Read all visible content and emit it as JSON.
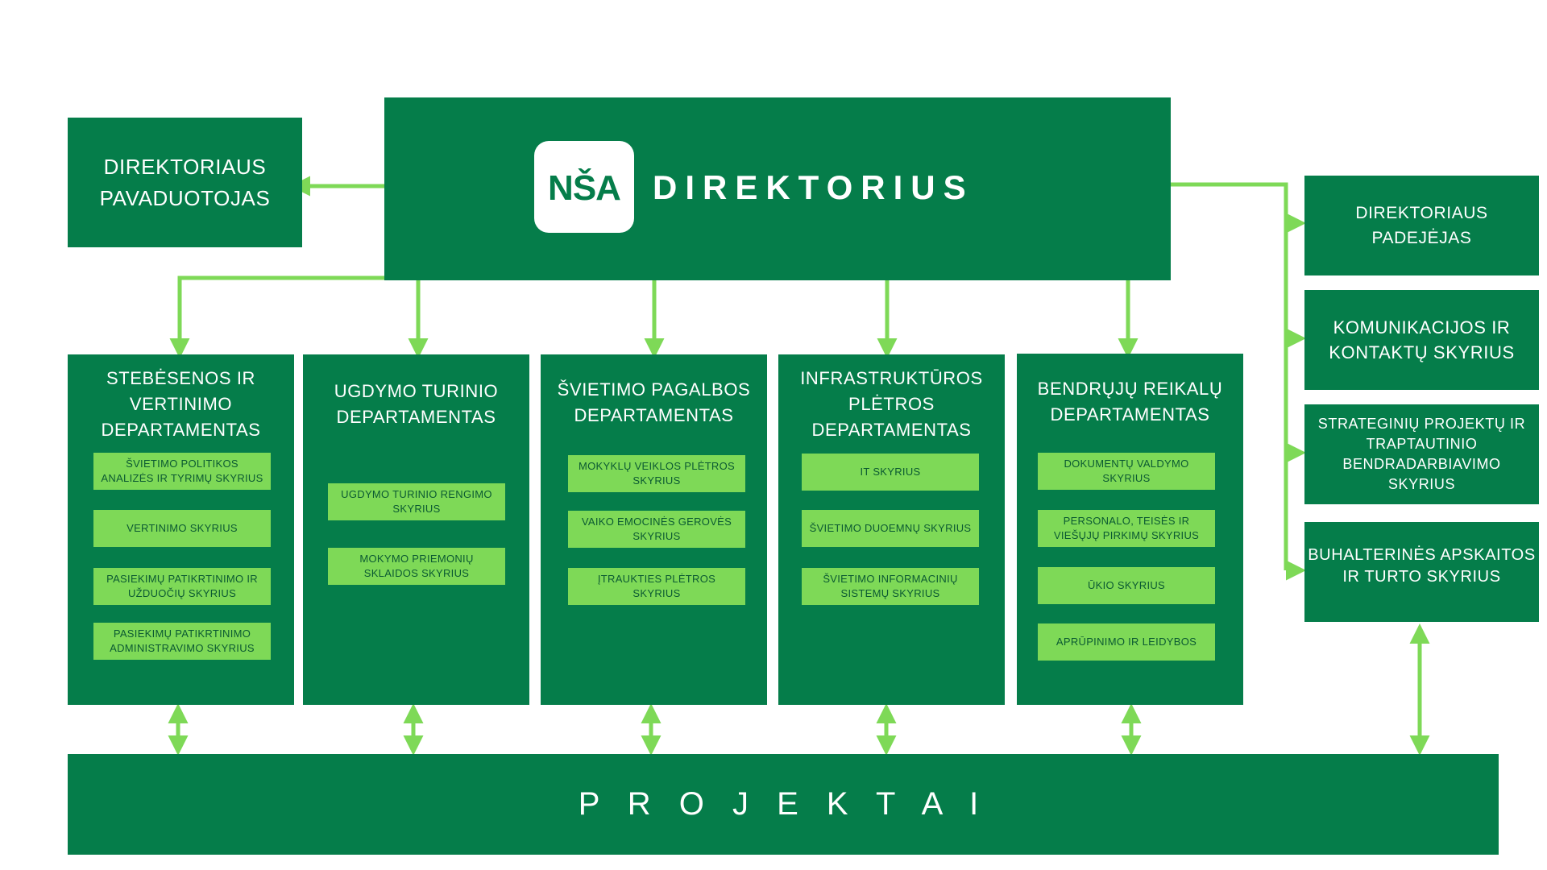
{
  "director": {
    "title": "DIREKTORIUS",
    "logo_text": "NŠA"
  },
  "deputy": {
    "line1": "DIREKTORIAUS",
    "line2": "PAVADUOTOJAS"
  },
  "right_units": [
    {
      "lines": [
        "DIREKTORIAUS",
        "PADEJĖJAS"
      ]
    },
    {
      "lines": [
        "KOMUNIKACIJOS IR",
        "KONTAKTŲ SKYRIUS"
      ]
    },
    {
      "lines": [
        "STRATEGINIŲ PROJEKTŲ IR",
        "TRAPTAUTINIO",
        "BENDRADARBIAVIMO",
        "SKYRIUS"
      ]
    },
    {
      "lines": [
        "BUHALTERINĖS APSKAITOS",
        "IR TURTO SKYRIUS"
      ]
    }
  ],
  "departments": [
    {
      "title": [
        "STEBĖSENOS IR",
        "VERTINIMO",
        "DEPARTAMENTAS"
      ],
      "units": [
        [
          "ŠVIETIMO POLITIKOS",
          "ANALIZĖS IR TYRIMŲ SKYRIUS"
        ],
        [
          "VERTINIMO SKYRIUS"
        ],
        [
          "PASIEKIMŲ PATIKRTINIMO IR",
          "UŽDUOČIŲ SKYRIUS"
        ],
        [
          "PASIEKIMŲ PATIKRTINIMO",
          "ADMINISTRAVIMO SKYRIUS"
        ]
      ]
    },
    {
      "title": [
        "UGDYMO TURINIO",
        "DEPARTAMENTAS"
      ],
      "units": [
        [
          "UGDYMO TURINIO RENGIMO",
          "SKYRIUS"
        ],
        [
          "MOKYMO PRIEMONIŲ",
          "SKLAIDOS SKYRIUS"
        ]
      ]
    },
    {
      "title": [
        "ŠVIETIMO PAGALBOS",
        "DEPARTAMENTAS"
      ],
      "units": [
        [
          "MOKYKLŲ VEIKLOS PLĖTROS",
          "SKYRIUS"
        ],
        [
          "VAIKO EMOCINĖS GEROVĖS",
          "SKYRIUS"
        ],
        [
          "ĮTRAUKTIES PLĖTROS",
          "SKYRIUS"
        ]
      ]
    },
    {
      "title": [
        "INFRASTRUKTŪROS",
        "PLĖTROS",
        "DEPARTAMENTAS"
      ],
      "units": [
        [
          "IT SKYRIUS"
        ],
        [
          "ŠVIETIMO DUOEMNŲ SKYRIUS"
        ],
        [
          "ŠVIETIMO INFORMACINIŲ",
          "SISTEMŲ SKYRIUS"
        ]
      ]
    },
    {
      "title": [
        "BENDRŲJŲ REIKALŲ",
        "DEPARTAMENTAS"
      ],
      "units": [
        [
          "DOKUMENTŲ VALDYMO",
          "SKYRIUS"
        ],
        [
          "PERSONALO, TEISĖS IR",
          "VIEŠŲJŲ PIRKIMŲ SKYRIUS"
        ],
        [
          "ŪKIO SKYRIUS"
        ],
        [
          "APRŪPINIMO IR LEIDYBOS"
        ]
      ]
    }
  ],
  "projects": {
    "label": "P R O J E K T A I"
  },
  "colors": {
    "dark_green": "#057d4a",
    "light_green": "#7ed957",
    "connector": "#7ed957",
    "unit_text": "#0b5a32"
  }
}
